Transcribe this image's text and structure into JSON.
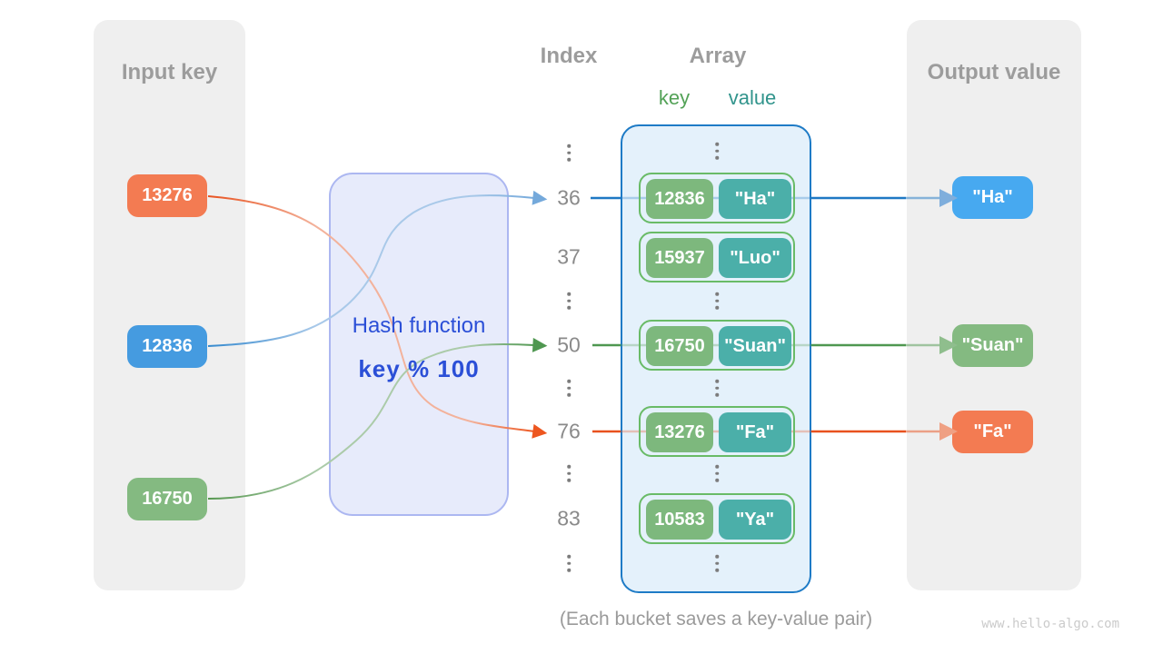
{
  "diagram": {
    "input_panel": {
      "title": "Input key",
      "keys": [
        {
          "label": "13276",
          "color": "#F37B52"
        },
        {
          "label": "12836",
          "color": "#459BE0"
        },
        {
          "label": "16750",
          "color": "#84BA81"
        }
      ]
    },
    "hash_box": {
      "title": "Hash function",
      "formula": "key % 100"
    },
    "index_column": {
      "title": "Index",
      "indices": [
        "36",
        "37",
        "50",
        "76",
        "83"
      ]
    },
    "array_column": {
      "title": "Array",
      "key_label": "key",
      "value_label": "value",
      "buckets": [
        {
          "index": "36",
          "key": "12836",
          "value": "\"Ha\""
        },
        {
          "index": "37",
          "key": "15937",
          "value": "\"Luo\""
        },
        {
          "index": "50",
          "key": "16750",
          "value": "\"Suan\""
        },
        {
          "index": "76",
          "key": "13276",
          "value": "\"Fa\""
        },
        {
          "index": "83",
          "key": "10583",
          "value": "\"Ya\""
        }
      ]
    },
    "output_panel": {
      "title": "Output value",
      "values": [
        {
          "label": "\"Ha\"",
          "color": "#47A9F0"
        },
        {
          "label": "\"Suan\"",
          "color": "#84BA81"
        },
        {
          "label": "\"Fa\"",
          "color": "#F37B52"
        }
      ]
    },
    "caption": "(Each bucket saves a key-value pair)",
    "watermark": "www.hello-algo.com",
    "palette": {
      "panel_bg": "#EFEFEF",
      "heading_text": "#9C9C9C",
      "index_text": "#8A8A8A",
      "hash_fill": "#E7EBFB",
      "hash_border": "#ACB7F1",
      "hash_text": "#2B4FD7",
      "array_fill": "#E4F1FB",
      "array_border": "#1E7BC6",
      "bucket_border": "#69BB67",
      "bucket_key_fill": "#7DB87D",
      "bucket_value_fill": "#4BAFA9",
      "key_label_color": "#53A257",
      "value_label_color": "#31948C",
      "arrow_orange": "#E8511E",
      "arrow_blue": "#1E78C4",
      "arrow_green": "#4F9750"
    }
  }
}
